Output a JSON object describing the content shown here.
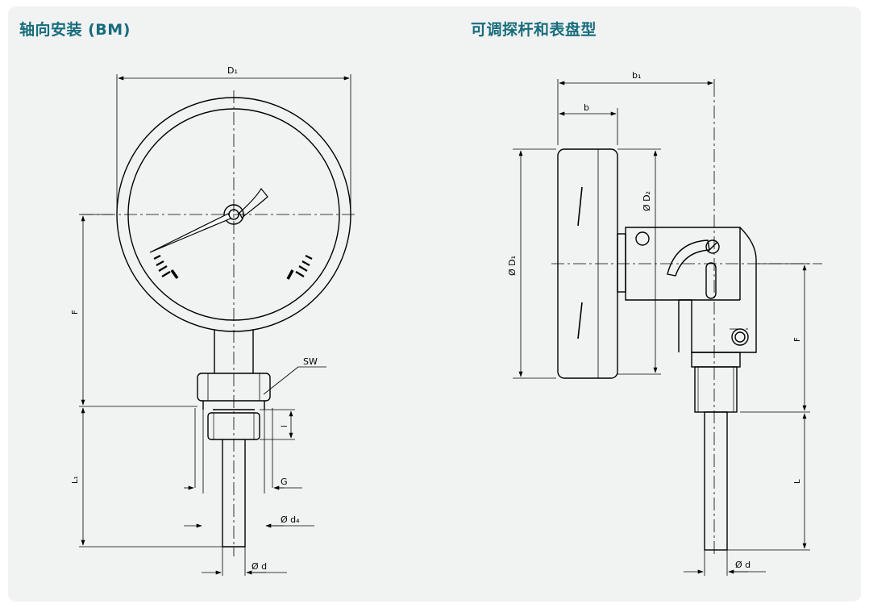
{
  "colors": {
    "panel_bg": "#f1f2f2",
    "title": "#176d7d",
    "line": "#000000"
  },
  "left_diagram": {
    "title": "轴向安装 (BM)",
    "labels": {
      "D1": "D₁",
      "SW": "SW",
      "F": "F",
      "l": "l",
      "L1": "L₁",
      "G": "G",
      "d4": "Ø d₄",
      "d": "Ø d"
    }
  },
  "right_diagram": {
    "title": "可调探杆和表盘型",
    "labels": {
      "b1": "b₁",
      "b": "b",
      "D2": "Ø D₂",
      "D1": "Ø D₁",
      "F": "F",
      "L": "L",
      "d": "Ø d"
    }
  }
}
